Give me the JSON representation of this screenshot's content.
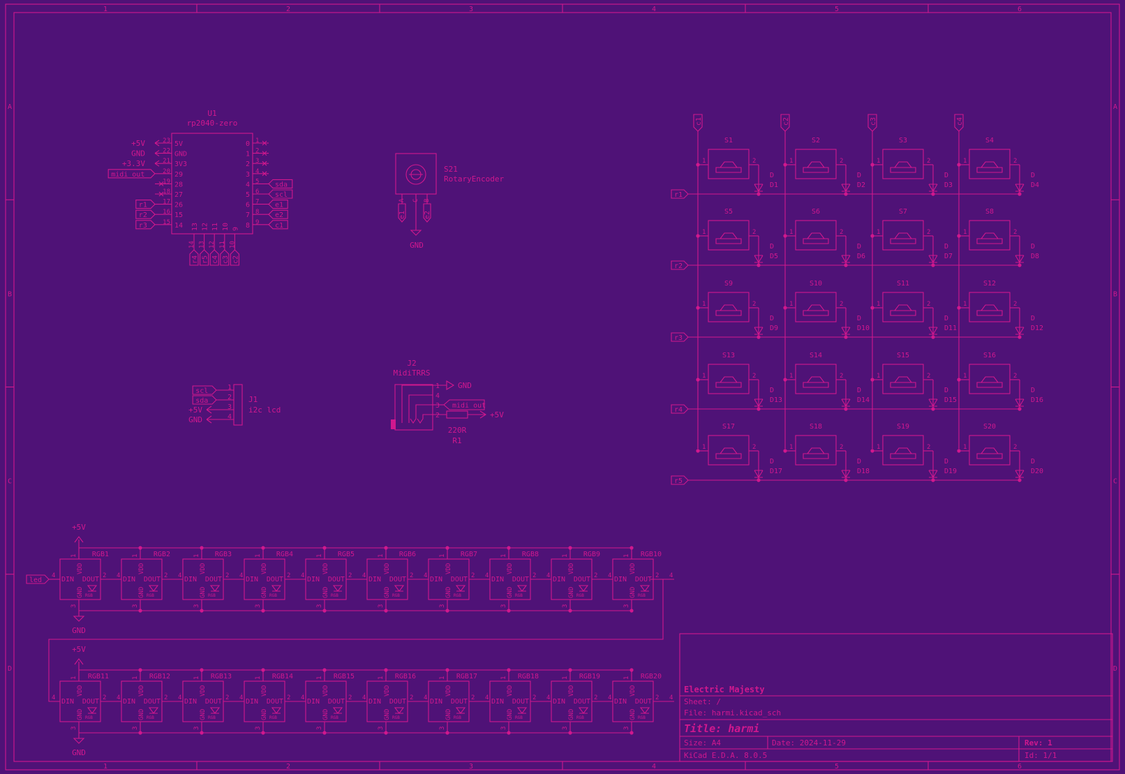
{
  "colors": {
    "background": "#4f1277",
    "ink": "#d0188e"
  },
  "frame": {
    "columns": [
      "1",
      "2",
      "3",
      "4",
      "5",
      "6"
    ],
    "rows": [
      "A",
      "B",
      "C",
      "D"
    ]
  },
  "u1": {
    "ref": "U1",
    "value": "rp2040-zero",
    "left_pins": [
      {
        "name": "5V",
        "num": "23",
        "net": "+5V",
        "kind": "power"
      },
      {
        "name": "GND",
        "num": "22",
        "net": "GND",
        "kind": "power"
      },
      {
        "name": "3V3",
        "num": "21",
        "net": "+3.3V",
        "kind": "power"
      },
      {
        "name": "29",
        "num": "20",
        "net": "midi out",
        "kind": "label"
      },
      {
        "name": "28",
        "num": "19",
        "net": "",
        "kind": "nc"
      },
      {
        "name": "27",
        "num": "18",
        "net": "",
        "kind": "nc"
      },
      {
        "name": "26",
        "num": "17",
        "net": "r1",
        "kind": "label"
      },
      {
        "name": "15",
        "num": "16",
        "net": "r2",
        "kind": "label"
      },
      {
        "name": "14",
        "num": "15",
        "net": "r3",
        "kind": "label"
      }
    ],
    "right_pins": [
      {
        "name": "0",
        "num": "1",
        "net": "",
        "kind": "nc"
      },
      {
        "name": "1",
        "num": "2",
        "net": "",
        "kind": "nc"
      },
      {
        "name": "2",
        "num": "3",
        "net": "",
        "kind": "nc"
      },
      {
        "name": "3",
        "num": "4",
        "net": "",
        "kind": "nc"
      },
      {
        "name": "4",
        "num": "5",
        "net": "sda",
        "kind": "label"
      },
      {
        "name": "5",
        "num": "6",
        "net": "scl",
        "kind": "label"
      },
      {
        "name": "6",
        "num": "7",
        "net": "e1",
        "kind": "label"
      },
      {
        "name": "7",
        "num": "8",
        "net": "e2",
        "kind": "label"
      },
      {
        "name": "8",
        "num": "9",
        "net": "c1",
        "kind": "label"
      }
    ],
    "bottom_pins": [
      {
        "name": "13",
        "num": "14",
        "net": "r4"
      },
      {
        "name": "12",
        "num": "13",
        "net": "r5"
      },
      {
        "name": "11",
        "num": "12",
        "net": "c4"
      },
      {
        "name": "10",
        "num": "11",
        "net": "c3"
      },
      {
        "name": "9",
        "num": "10",
        "net": "c2"
      }
    ]
  },
  "s21": {
    "ref": "S21",
    "value": "RotaryEncoder",
    "pins": [
      "A",
      "C",
      "B"
    ],
    "nets": [
      "e1",
      "e2"
    ],
    "gnd": "GND"
  },
  "j1": {
    "ref": "J1",
    "value": "i2c lcd",
    "pins": [
      {
        "num": "1",
        "net": "scl",
        "kind": "label"
      },
      {
        "num": "2",
        "net": "sda",
        "kind": "label"
      },
      {
        "num": "3",
        "net": "+5V",
        "kind": "power"
      },
      {
        "num": "4",
        "net": "GND",
        "kind": "power"
      }
    ]
  },
  "j2": {
    "ref": "J2",
    "value": "MidiTRRS",
    "pins": [
      "1",
      "4",
      "3",
      "2"
    ],
    "gnd": "GND",
    "midi_label": "midi out",
    "plus5": "+5V"
  },
  "r1": {
    "ref": "R1",
    "value": "220R"
  },
  "matrix": {
    "columns": [
      "c1",
      "c2",
      "c3",
      "c4"
    ],
    "rows": [
      "r1",
      "r2",
      "r3",
      "r4",
      "r5"
    ],
    "switches": [
      "S1",
      "S2",
      "S3",
      "S4",
      "S5",
      "S6",
      "S7",
      "S8",
      "S9",
      "S10",
      "S11",
      "S12",
      "S13",
      "S14",
      "S15",
      "S16",
      "S17",
      "S18",
      "S19",
      "S20"
    ],
    "diodes": [
      "D1",
      "D2",
      "D3",
      "D4",
      "D5",
      "D6",
      "D7",
      "D8",
      "D9",
      "D10",
      "D11",
      "D12",
      "D13",
      "D14",
      "D15",
      "D16",
      "D17",
      "D18",
      "D19",
      "D20"
    ],
    "diode_value": "D",
    "pin1": "1",
    "pin2": "2"
  },
  "leds": {
    "row1": [
      "RGB1",
      "RGB2",
      "RGB3",
      "RGB4",
      "RGB5",
      "RGB6",
      "RGB7",
      "RGB8",
      "RGB9",
      "RGB10"
    ],
    "row2": [
      "RGB11",
      "RGB12",
      "RGB13",
      "RGB14",
      "RGB15",
      "RGB16",
      "RGB17",
      "RGB18",
      "RGB19",
      "RGB20"
    ],
    "input_label": "led",
    "plus5": "+5V",
    "gnd": "GND",
    "pins": {
      "din": "DIN",
      "dout": "DOUT",
      "vdd": "VDD",
      "gnd": "GND",
      "rgb": "RGB",
      "din_num": "4",
      "dout_num": "2",
      "vdd_num": "1",
      "gnd_num": "3"
    }
  },
  "title_block": {
    "company": "Electric Majesty",
    "sheet": "Sheet: /",
    "file": "File: harmi.kicad_sch",
    "title": "Title: harmi",
    "size": "Size: A4",
    "date": "Date: 2024-11-29",
    "rev": "Rev: 1",
    "tool": "KiCad E.D.A. 8.0.5",
    "id": "Id: 1/1"
  }
}
